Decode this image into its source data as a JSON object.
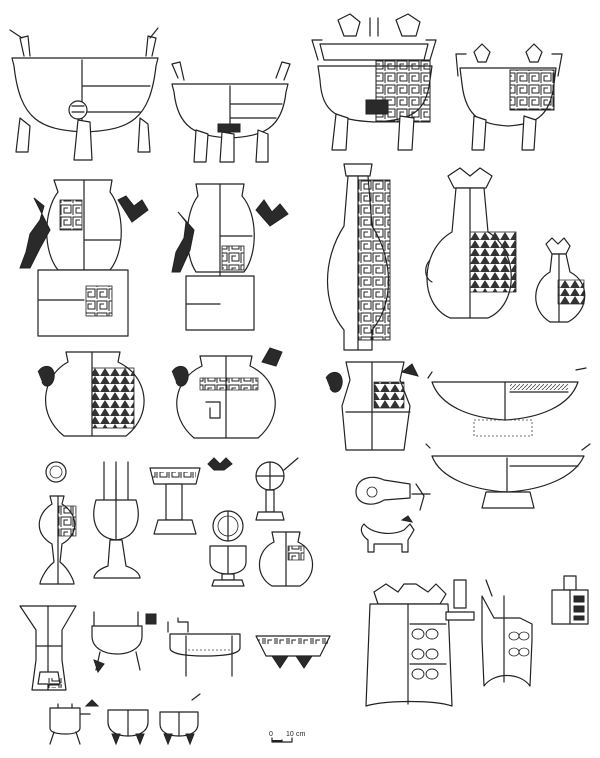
{
  "scale_bar": {
    "start_label": "0",
    "mid_label": "10",
    "unit_label": "cm"
  },
  "colors": {
    "ink": "#222222",
    "paper": "#ffffff",
    "fill_dark": "#2a2a2a"
  }
}
